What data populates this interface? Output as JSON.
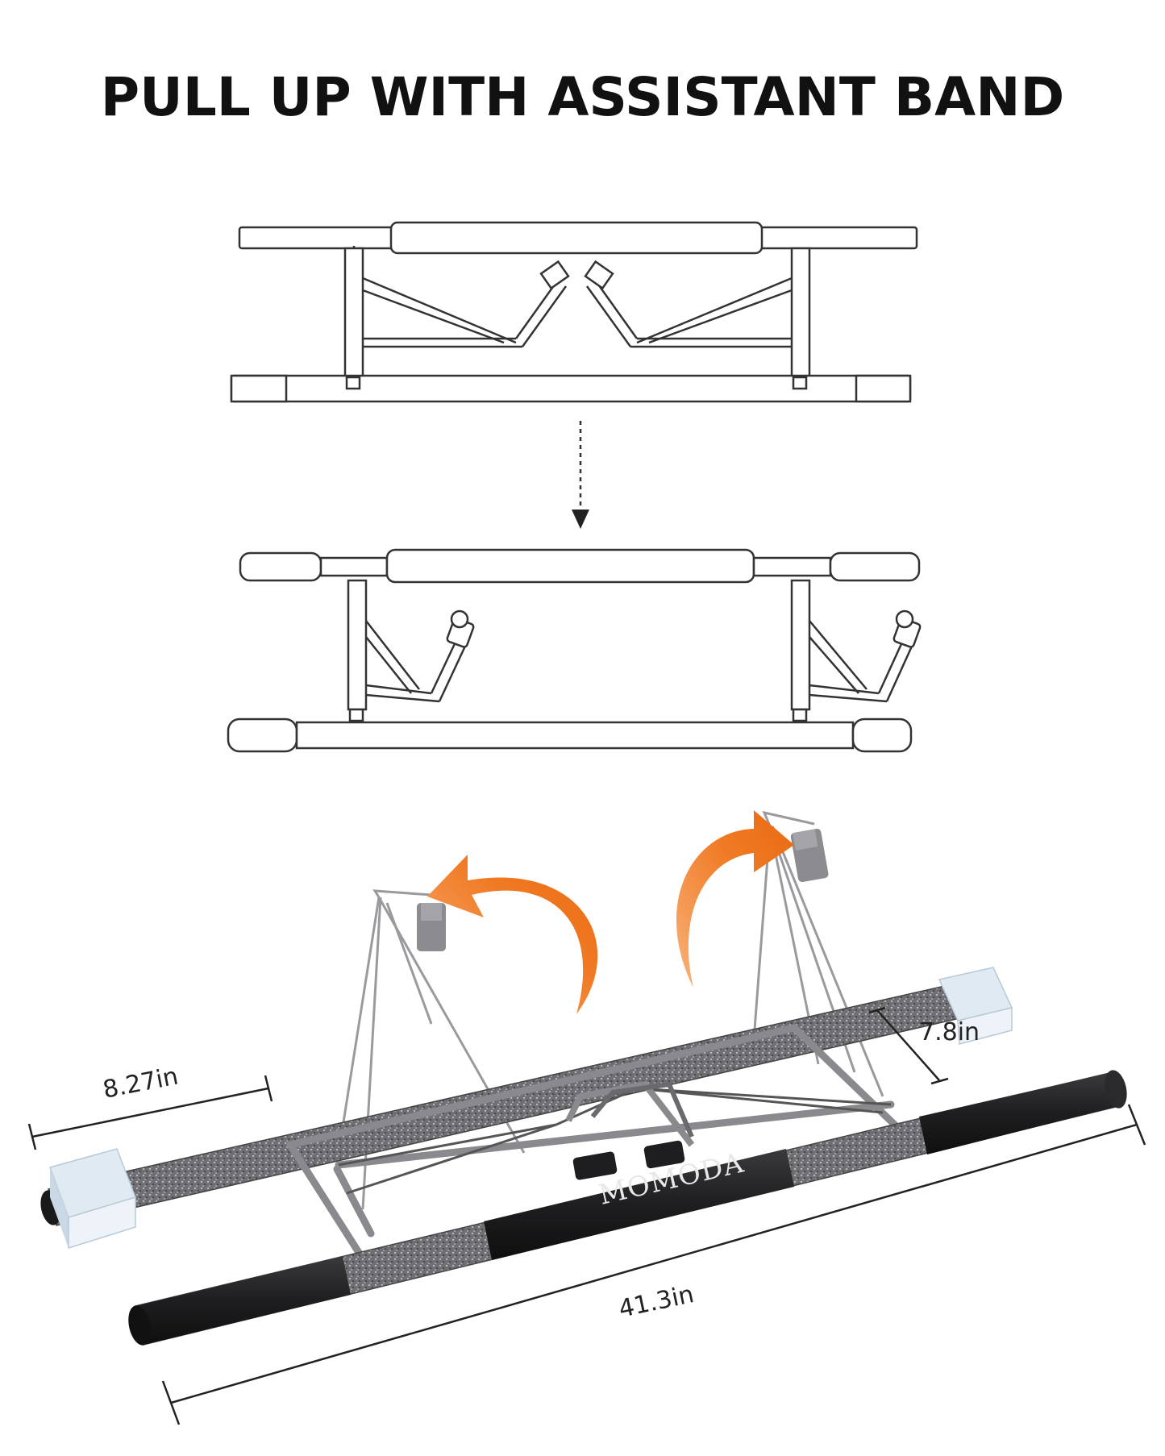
{
  "title": "PULL UP WITH ASSISTANT BAND",
  "dimensions": {
    "left_width": "8.27in",
    "depth": "7.8in",
    "total_length": "41.3in"
  },
  "brand": "MOMODA",
  "colors": {
    "arrow_orange": "#f07a24",
    "bar_steel": "#6f6f73",
    "foam_black": "#1e1e20",
    "pad_blue": "#dfeaf3",
    "line": "#333333"
  },
  "icons": [
    "down-arrow-icon",
    "curved-arrow-icon"
  ]
}
